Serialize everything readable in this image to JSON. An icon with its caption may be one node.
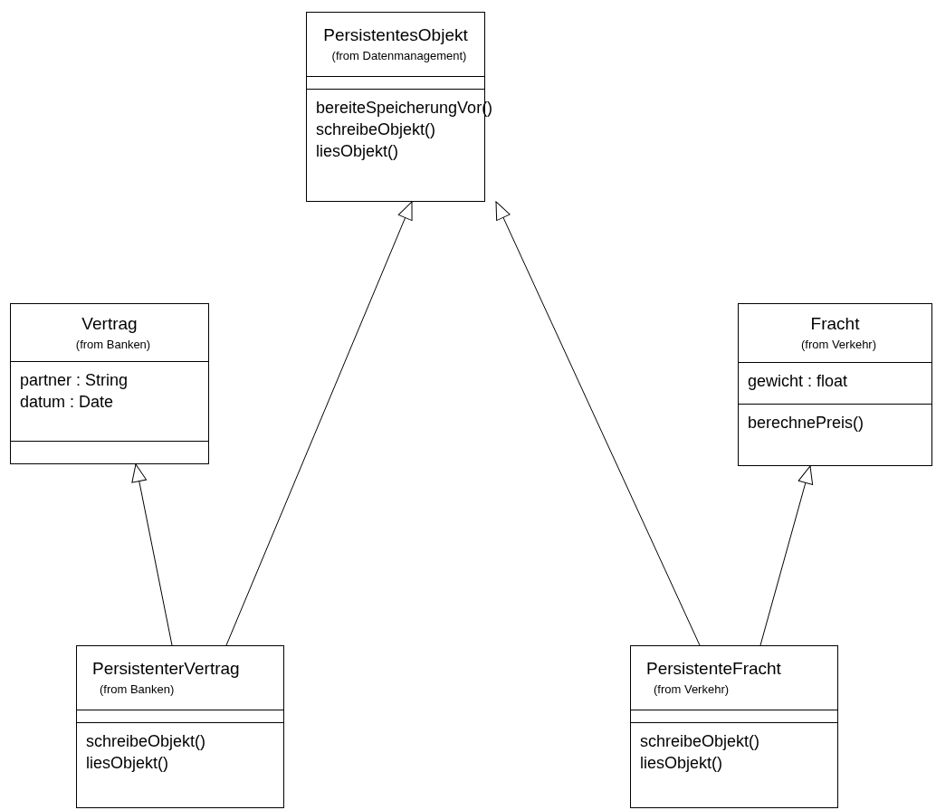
{
  "diagram": {
    "nodes": [
      {
        "text": [
          "PersistentesObjekt",
          "(from Datenmanagement)"
        ]
      },
      {
        "text": [],
        "shape": "box",
        "in": 0
      },
      {
        "text": [
          "bereiteSpeicherungVor()",
          "schreibeObjekt()",
          "liesObjekt()"
        ],
        "in": 0
      },
      {
        "text": [
          "Vertrag",
          "(from Banken)"
        ]
      },
      {
        "text": [
          "partner : String",
          "datum : Date"
        ],
        "in": 3
      },
      {
        "text": [],
        "shape": "box",
        "in": 3
      },
      {
        "text": [
          "Fracht",
          "(from Verkehr)"
        ]
      },
      {
        "text": [
          "gewicht : float"
        ],
        "in": 6
      },
      {
        "text": [
          "berechnePreis()"
        ],
        "in": 6
      },
      {
        "text": [
          "PersistenterVertrag",
          "(from Banken)"
        ]
      },
      {
        "text": [],
        "shape": "box",
        "in": 9
      },
      {
        "text": [
          "schreibeObjekt()",
          "liesObjekt()"
        ],
        "in": 9
      },
      {
        "text": [
          "PersistenteFracht",
          "(from Verkehr)"
        ]
      },
      {
        "text": [],
        "shape": "box",
        "in": 12
      },
      {
        "text": [
          "schreibeObjekt()",
          "liesObjekt()"
        ],
        "in": 12
      }
    ],
    "edges": [
      {
        "from": 9,
        "to": 3,
        "arrow": "to"
      },
      {
        "from": 9,
        "to": 0,
        "arrow": "to"
      },
      {
        "from": 12,
        "to": 0,
        "arrow": "to"
      },
      {
        "from": 12,
        "to": 6,
        "arrow": "to"
      }
    ]
  }
}
